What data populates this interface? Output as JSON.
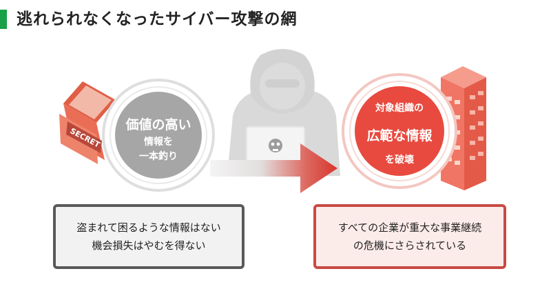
{
  "title": "逃れられなくなったサイバー攻撃の網",
  "folder_label": "SECRET",
  "left_circle": {
    "main": "価値の高い",
    "sub_line1": "情報を",
    "sub_line2": "一本釣り"
  },
  "right_circle": {
    "line1": "対象組織の",
    "line2": "広範な情報",
    "line3": "を破壊"
  },
  "left_box": {
    "line1": "盗まれて困るような情報はない",
    "line2": "機会損失はやむを得ない"
  },
  "right_box": {
    "line1": "すべての企業が重大な事業継続",
    "line2": "の危機にさらされている"
  },
  "colors": {
    "accent_green": "#1aa046",
    "gray_circle": "#a6a6a6",
    "red_circle": "#e84a3f",
    "building": "#ec7060",
    "folder": "#e8705a"
  }
}
